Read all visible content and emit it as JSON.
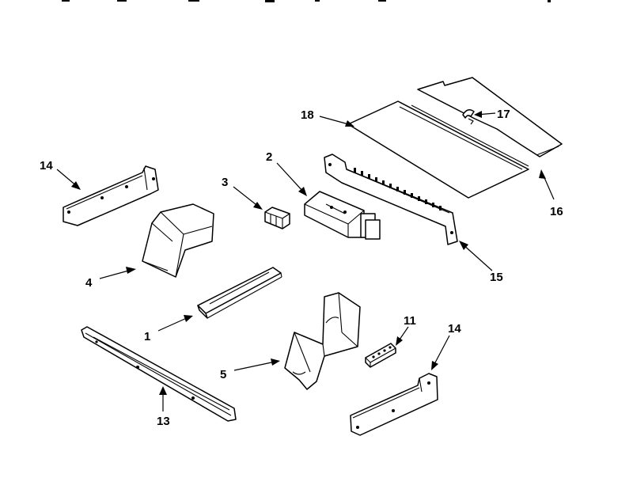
{
  "diagram": {
    "callouts": [
      {
        "id": "c1",
        "label": "1"
      },
      {
        "id": "c2",
        "label": "2"
      },
      {
        "id": "c3",
        "label": "3"
      },
      {
        "id": "c4",
        "label": "4"
      },
      {
        "id": "c5",
        "label": "5"
      },
      {
        "id": "c11",
        "label": "11"
      },
      {
        "id": "c13",
        "label": "13"
      },
      {
        "id": "c14a",
        "label": "14"
      },
      {
        "id": "c14b",
        "label": "14"
      },
      {
        "id": "c15",
        "label": "15"
      },
      {
        "id": "c16",
        "label": "16"
      },
      {
        "id": "c17",
        "label": "17"
      },
      {
        "id": "c18",
        "label": "18"
      }
    ],
    "colors": {
      "line": "#000000",
      "background": "#ffffff"
    }
  }
}
